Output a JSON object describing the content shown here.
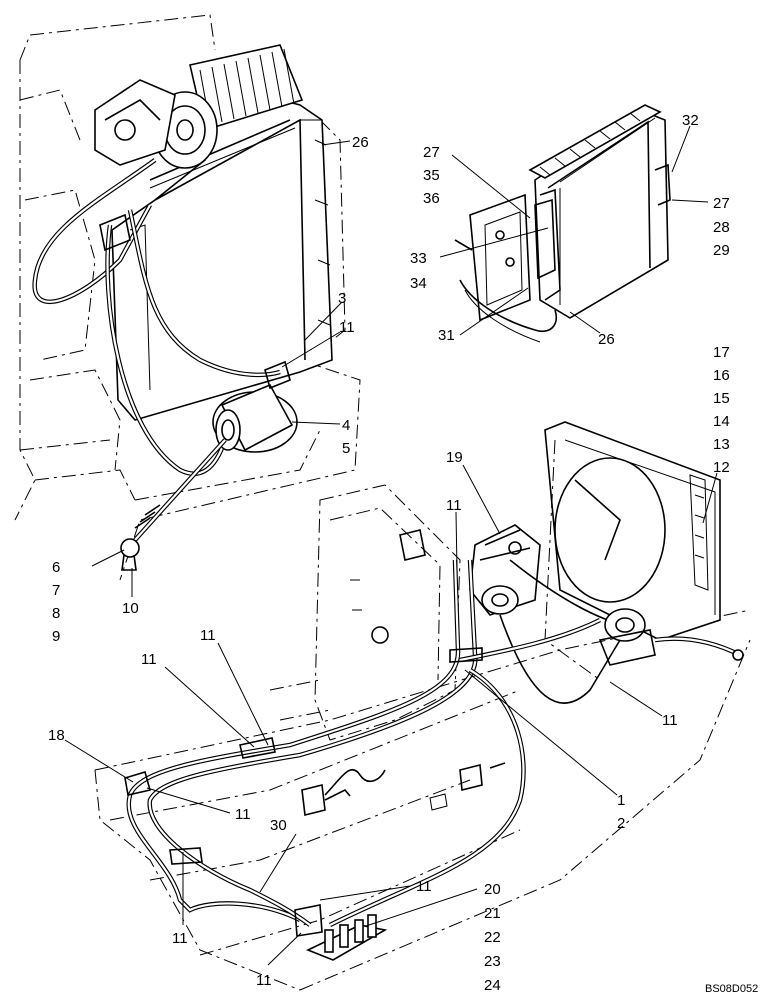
{
  "diagram": {
    "drawing_code": "BS08D052",
    "labels": [
      {
        "id": "l26a",
        "text": "26"
      },
      {
        "id": "l3",
        "text": "3"
      },
      {
        "id": "l11a",
        "text": "11"
      },
      {
        "id": "l4",
        "text": "4"
      },
      {
        "id": "l5",
        "text": "5"
      },
      {
        "id": "l6",
        "text": "6"
      },
      {
        "id": "l7",
        "text": "7"
      },
      {
        "id": "l8",
        "text": "8"
      },
      {
        "id": "l9",
        "text": "9"
      },
      {
        "id": "l10",
        "text": "10"
      },
      {
        "id": "l27a",
        "text": "27"
      },
      {
        "id": "l35",
        "text": "35"
      },
      {
        "id": "l36",
        "text": "36"
      },
      {
        "id": "l33",
        "text": "33"
      },
      {
        "id": "l34",
        "text": "34"
      },
      {
        "id": "l31",
        "text": "31"
      },
      {
        "id": "l26b",
        "text": "26"
      },
      {
        "id": "l32",
        "text": "32"
      },
      {
        "id": "l27b",
        "text": "27"
      },
      {
        "id": "l28",
        "text": "28"
      },
      {
        "id": "l29",
        "text": "29"
      },
      {
        "id": "l17",
        "text": "17"
      },
      {
        "id": "l16",
        "text": "16"
      },
      {
        "id": "l15",
        "text": "15"
      },
      {
        "id": "l14",
        "text": "14"
      },
      {
        "id": "l13",
        "text": "13"
      },
      {
        "id": "l12",
        "text": "12"
      },
      {
        "id": "l19",
        "text": "19"
      },
      {
        "id": "l11b",
        "text": "11"
      },
      {
        "id": "l11c",
        "text": "11"
      },
      {
        "id": "l11d",
        "text": "11"
      },
      {
        "id": "l11e",
        "text": "11"
      },
      {
        "id": "l18",
        "text": "18"
      },
      {
        "id": "l11f",
        "text": "11"
      },
      {
        "id": "l1",
        "text": "1"
      },
      {
        "id": "l2",
        "text": "2"
      },
      {
        "id": "l30",
        "text": "30"
      },
      {
        "id": "l11g",
        "text": "11"
      },
      {
        "id": "l11h",
        "text": "11"
      },
      {
        "id": "l11i",
        "text": "11"
      },
      {
        "id": "l20",
        "text": "20"
      },
      {
        "id": "l21",
        "text": "21"
      },
      {
        "id": "l22",
        "text": "22"
      },
      {
        "id": "l23",
        "text": "23"
      },
      {
        "id": "l24",
        "text": "24"
      }
    ]
  }
}
